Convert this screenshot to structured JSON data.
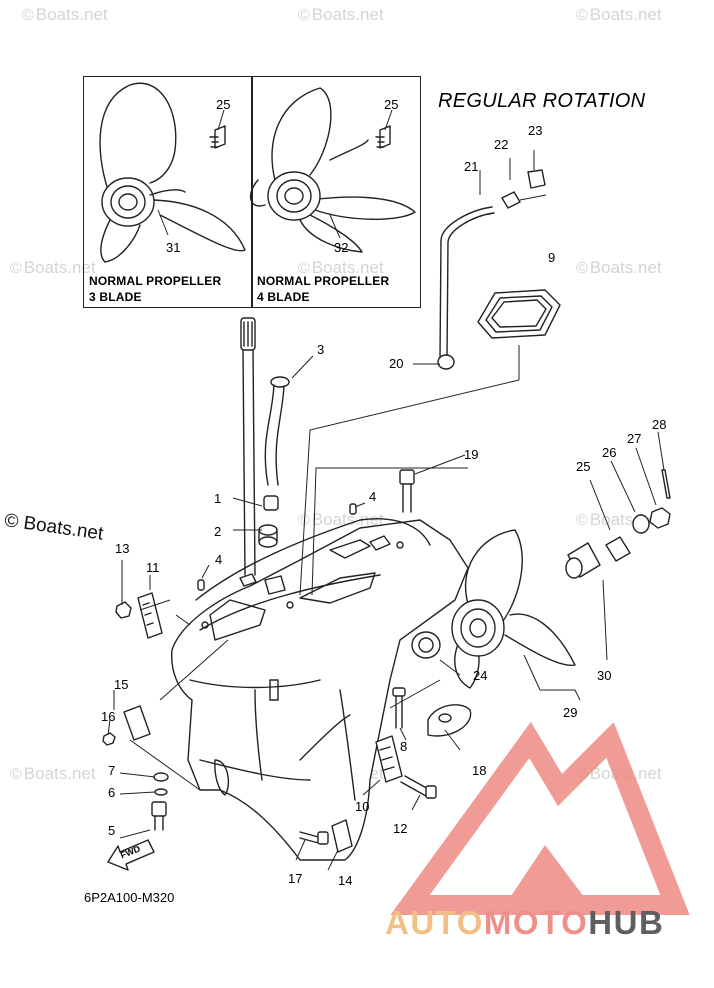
{
  "watermark_text": "Boats.net",
  "watermark_symbol": "©",
  "heading": "REGULAR ROTATION",
  "insets": [
    {
      "line1": "NORMAL PROPELLER",
      "line2": "3 BLADE",
      "part_callouts": [
        "25",
        "31"
      ]
    },
    {
      "line1": "NORMAL PROPELLER",
      "line2": "4 BLADE",
      "part_callouts": [
        "25",
        "32"
      ]
    }
  ],
  "part_numbers": [
    "1",
    "2",
    "3",
    "4",
    "4",
    "5",
    "6",
    "7",
    "8",
    "9",
    "10",
    "11",
    "12",
    "13",
    "14",
    "15",
    "16",
    "17",
    "18",
    "19",
    "20",
    "21",
    "22",
    "23",
    "24",
    "25",
    "26",
    "27",
    "28",
    "29",
    "30"
  ],
  "diagram_code": "6P2A100-M320",
  "fwd_label": "FWD",
  "brand": {
    "part1": "AUTO",
    "part2": "MOTO",
    "part3": "HUB"
  },
  "colors": {
    "logo_red": "#ee8a84",
    "logo_orange": "#f2be84",
    "logo_gray": "#5f5f5f",
    "watermark": "#d4d4d4",
    "line": "#222222"
  }
}
